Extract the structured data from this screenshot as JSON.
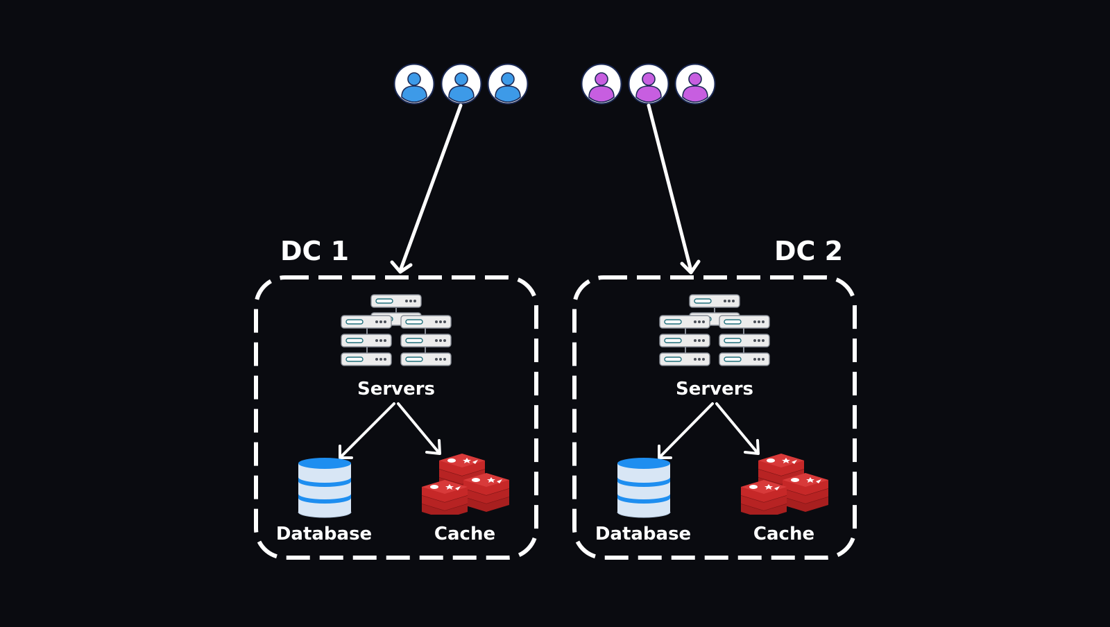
{
  "colors": {
    "background": "#0a0b10",
    "stroke": "#ffffff",
    "user_group_1": "#3d9ae8",
    "user_group_2": "#c75ee0",
    "database_blue": "#1e8ef0",
    "database_body": "#d8e6f5",
    "cache_red": "#c62828",
    "server_body": "#ececec"
  },
  "icons": {
    "user": "user-icon",
    "server": "server-rack-icon",
    "database": "database-icon",
    "cache": "cache-stack-icon"
  },
  "datacenters": [
    {
      "label": "DC 1",
      "users": [
        "user-icon",
        "user-icon",
        "user-icon"
      ],
      "servers_label": "Servers",
      "database_label": "Database",
      "cache_label": "Cache"
    },
    {
      "label": "DC 2",
      "users": [
        "user-icon",
        "user-icon",
        "user-icon"
      ],
      "servers_label": "Servers",
      "database_label": "Database",
      "cache_label": "Cache"
    }
  ]
}
